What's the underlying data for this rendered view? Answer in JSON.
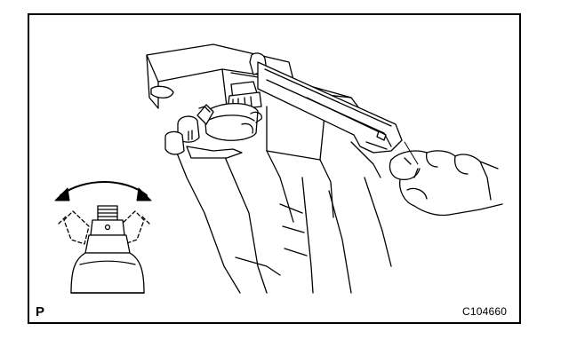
{
  "figure": {
    "view_label": "P",
    "figure_code": "C104660"
  },
  "icons": {
    "main": "valve-rocker-torque-check-illustration",
    "inset": "rotation-direction-inset-icon"
  }
}
